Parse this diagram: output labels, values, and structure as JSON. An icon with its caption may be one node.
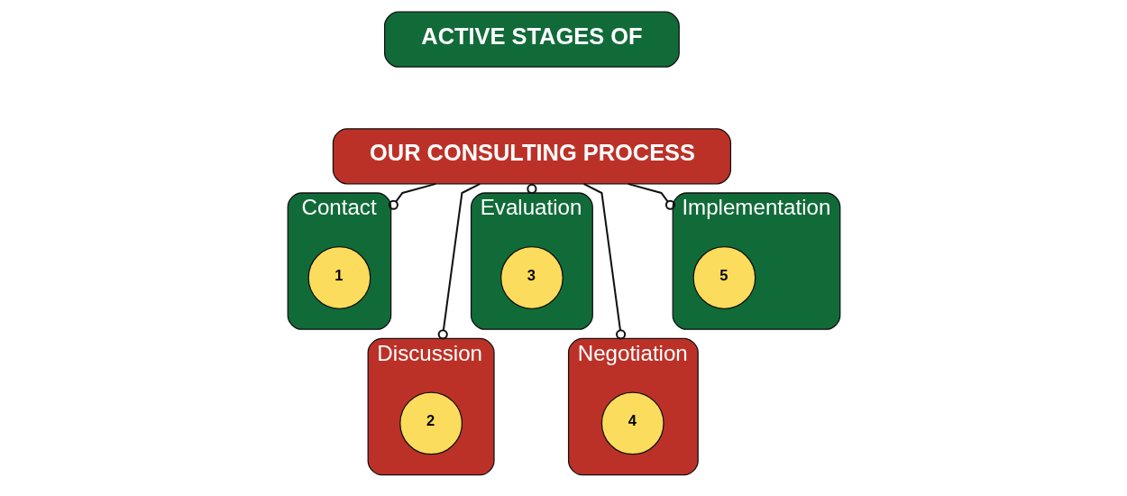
{
  "diagram": {
    "nodes": [
      {
        "text": [
          "ACTIVE STAGES OF"
        ]
      },
      {
        "text": [
          "OUR CONSULTING PROCESS"
        ]
      },
      {
        "text": [
          "Contact"
        ]
      },
      {
        "text": [
          "1"
        ],
        "in": 2
      },
      {
        "text": [
          "Discussion"
        ]
      },
      {
        "text": [
          "2"
        ],
        "in": 4
      },
      {
        "text": [
          "Evaluation"
        ]
      },
      {
        "text": [
          "3"
        ],
        "in": 6
      },
      {
        "text": [
          "Negotiation"
        ]
      },
      {
        "text": [
          "4"
        ],
        "in": 8
      },
      {
        "text": [
          "Implementation"
        ]
      },
      {
        "text": [
          "5"
        ],
        "in": 10
      }
    ],
    "edges": [
      {
        "from": 1,
        "to": 2,
        "arrow": "other"
      },
      {
        "from": 1,
        "to": 4,
        "arrow": "other"
      },
      {
        "from": 1,
        "to": 6,
        "arrow": "other"
      },
      {
        "from": 1,
        "to": 8,
        "arrow": "other"
      },
      {
        "from": 1,
        "to": 10,
        "arrow": "other"
      }
    ]
  }
}
